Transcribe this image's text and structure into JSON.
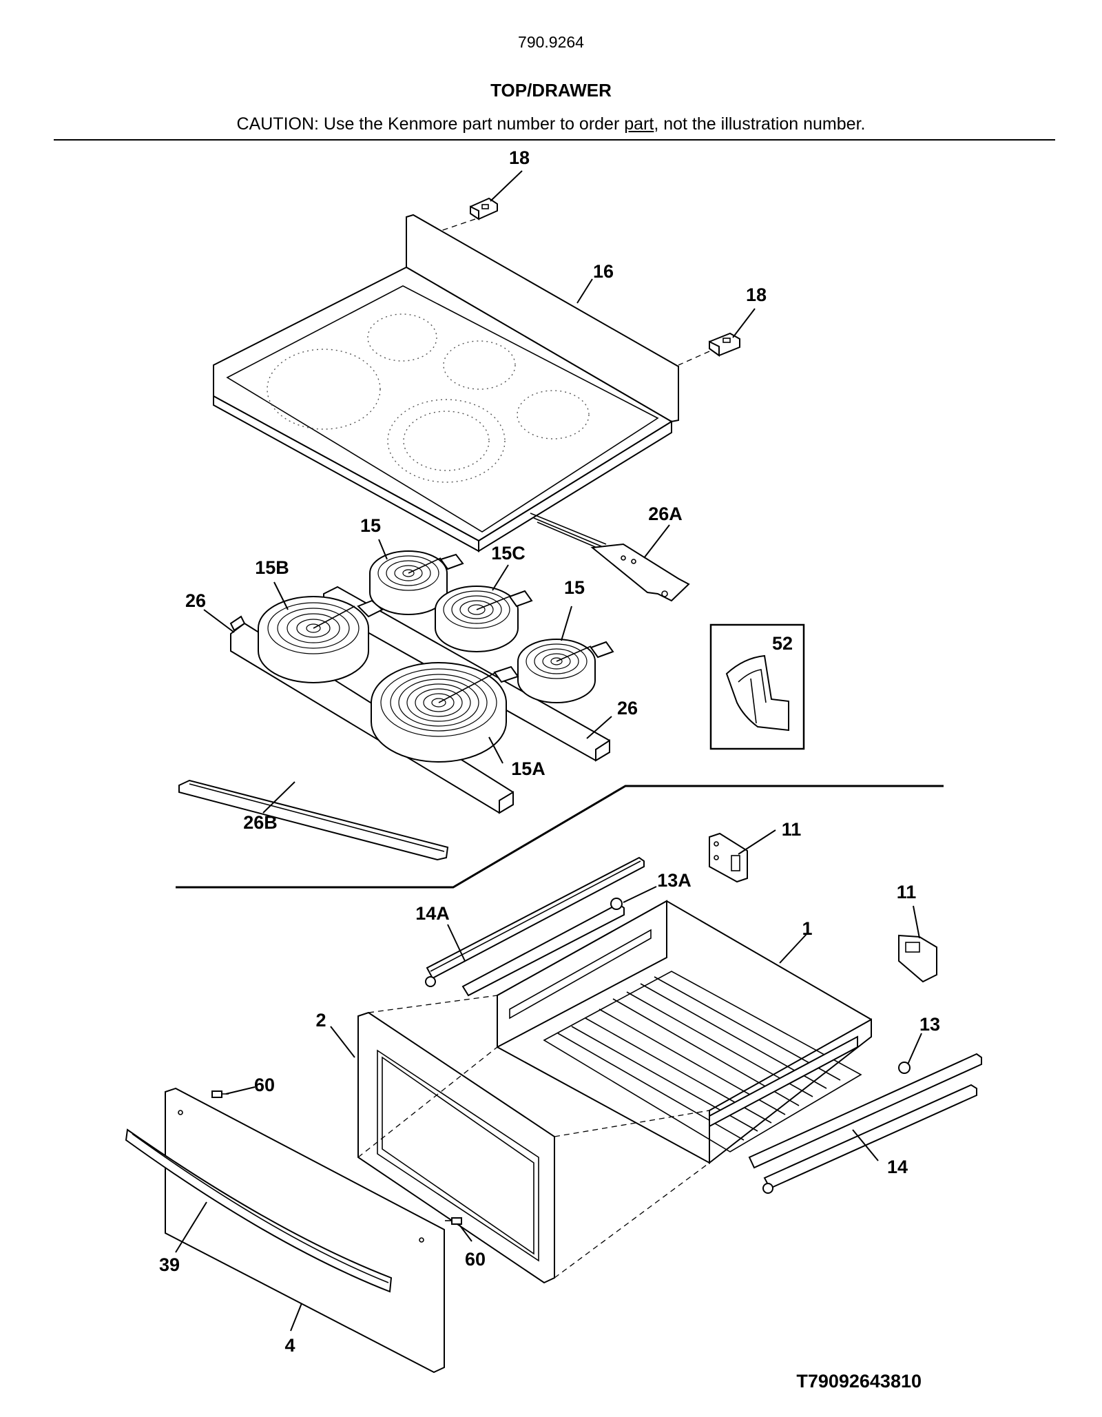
{
  "header": {
    "model_number": "790.9264",
    "section_title": "TOP/DRAWER",
    "caution_prefix": "CAUTION: Use the Kenmore part number to order ",
    "caution_underlined": "part",
    "caution_suffix": ", not the illustration number."
  },
  "callouts": {
    "c18a": "18",
    "c16": "16",
    "c18b": "18",
    "c26a": "26A",
    "c15a": "15",
    "c15b": "15B",
    "c15c": "15C",
    "c15d": "15",
    "c26": "26",
    "c52": "52",
    "c26r": "26",
    "c15A": "15A",
    "c26b": "26B",
    "c11a": "11",
    "c13a": "13A",
    "c11b": "11",
    "c14a": "14A",
    "c1": "1",
    "c2": "2",
    "c13": "13",
    "c60a": "60",
    "c14": "14",
    "c39": "39",
    "c60b": "60",
    "c4": "4"
  },
  "figure_code": "T79092643810"
}
